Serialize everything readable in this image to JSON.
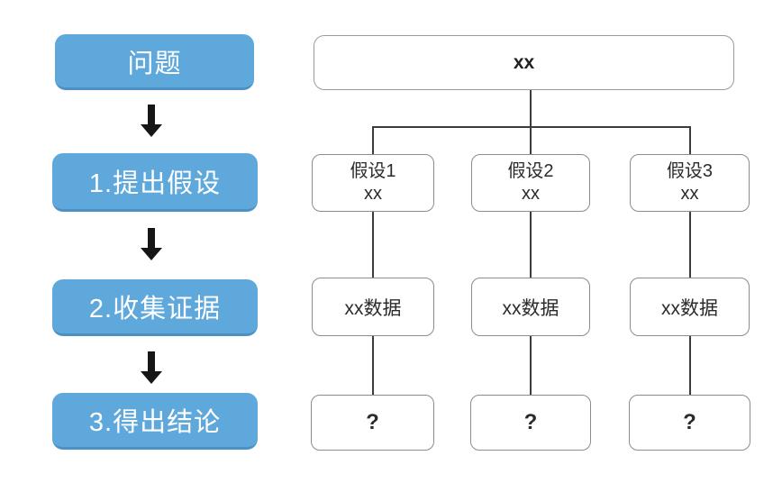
{
  "left_flow": {
    "boxes": [
      {
        "label": "问题"
      },
      {
        "label": "1.提出假设"
      },
      {
        "label": "2.收集证据"
      },
      {
        "label": "3.得出结论"
      }
    ]
  },
  "tree": {
    "root_label": "xx",
    "columns": [
      {
        "hypothesis_title": "假设1",
        "hypothesis_value": "xx",
        "evidence": "xx数据",
        "conclusion": "?"
      },
      {
        "hypothesis_title": "假设2",
        "hypothesis_value": "xx",
        "evidence": "xx数据",
        "conclusion": "?"
      },
      {
        "hypothesis_title": "假设3",
        "hypothesis_value": "xx",
        "evidence": "xx数据",
        "conclusion": "?"
      }
    ]
  },
  "colors": {
    "step_fill": "#5FA8DC",
    "step_edge": "#4A92C4",
    "step_text": "#FFFFFF",
    "box_border": "#8C8C8C",
    "box_text": "#2B2B2B",
    "connector": "#3C3C3C",
    "arrow": "#161616",
    "background": "#FFFFFF"
  }
}
